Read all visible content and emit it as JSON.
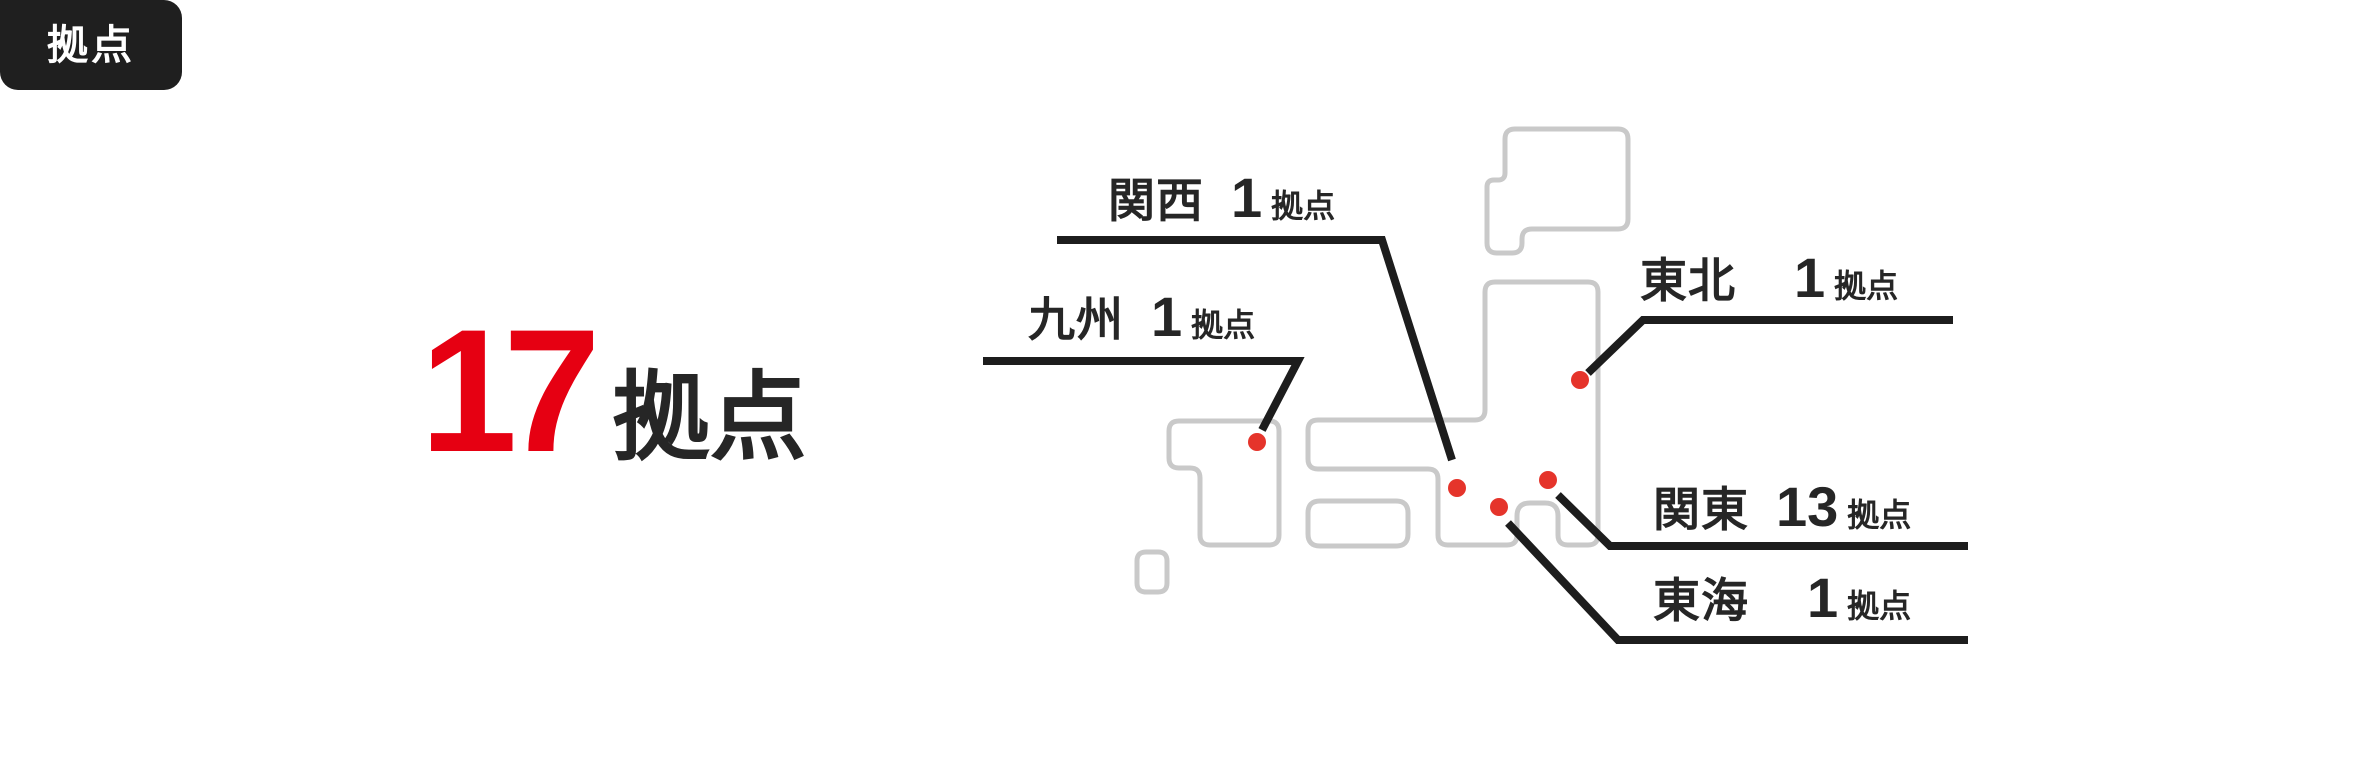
{
  "badge": {
    "label": "拠点"
  },
  "headline": {
    "number": "17",
    "unit": "拠点"
  },
  "regions": [
    {
      "id": "kansai",
      "name": "関西",
      "count": "1",
      "unit": "拠点"
    },
    {
      "id": "kyushu",
      "name": "九州",
      "count": "1",
      "unit": "拠点"
    },
    {
      "id": "tohoku",
      "name": "東北",
      "count": "1",
      "unit": "拠点"
    },
    {
      "id": "kanto",
      "name": "関東",
      "count": "13",
      "unit": "拠点"
    },
    {
      "id": "tokai",
      "name": "東海",
      "count": "1",
      "unit": "拠点"
    }
  ],
  "colors": {
    "accent_red": "#e60012",
    "marker_red": "#e5342b",
    "leader_line": "#1d1d1d",
    "map_outline": "#c9c9c9",
    "text_dark": "#262626",
    "badge_background": "#1f1f1f",
    "page_background": "#ffffff"
  }
}
